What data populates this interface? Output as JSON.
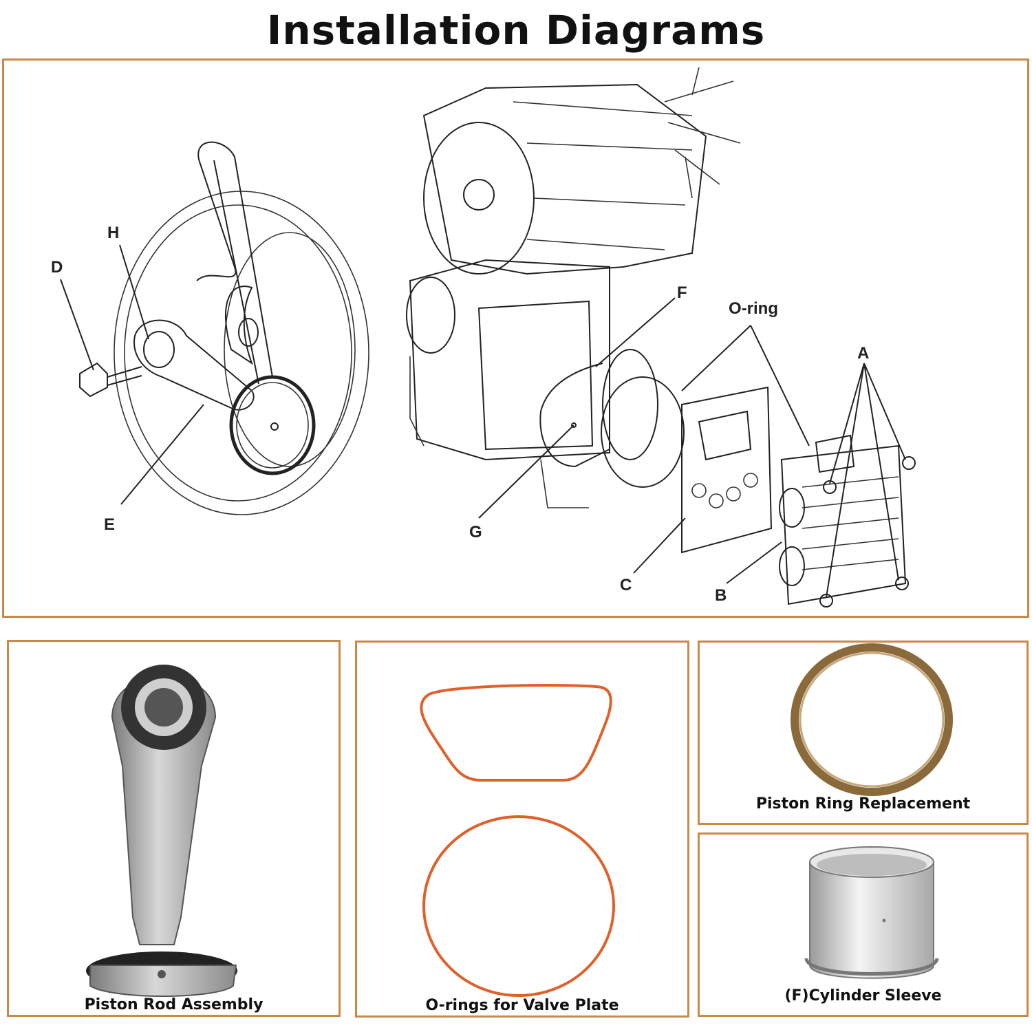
{
  "header": {
    "title": "Installation Diagrams"
  },
  "diagram": {
    "labels": {
      "d": "D",
      "h": "H",
      "e": "E",
      "f": "F",
      "g": "G",
      "oring": "O-ring",
      "a": "A",
      "b": "B",
      "c": "C"
    }
  },
  "panels": {
    "rod": {
      "caption": "Piston Rod Assembly"
    },
    "orings": {
      "caption": "O-rings for Valve Plate"
    },
    "ring": {
      "caption": "Piston Ring Replacement"
    },
    "sleeve": {
      "caption": "(F)Cylinder Sleeve"
    }
  },
  "colors": {
    "frame": "#c98a49",
    "oring": "#e0602a",
    "ring": "#8a6a3a"
  }
}
